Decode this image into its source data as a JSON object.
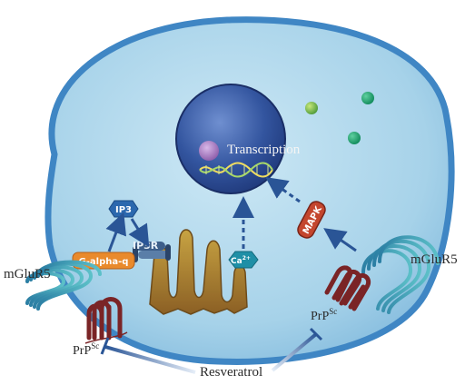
{
  "labels": {
    "transcription": "Transcription",
    "ip3": "IP3",
    "ip3r": "IP3R",
    "g_alpha_q": "G-alpha-q",
    "calcium": "Ca",
    "calcium_charge": "2+",
    "mapk": "MAPK",
    "mglur5_left": "mGluR5",
    "mglur5_right": "mGluR5",
    "prp_left": "PrP",
    "prp_left_sup": "Sc",
    "prp_right": "PrP",
    "prp_right_sup": "Sc",
    "resveratrol": "Resveratrol"
  },
  "colors": {
    "cell_fill": "#a9d4ea",
    "cell_edge": "#3f86c4",
    "nucleus": "#2b4f9c",
    "er": "#b8862a",
    "ip3_box": "#2b68ae",
    "gq_box": "#e98a2c",
    "ca_box": "#1f8fa6",
    "mapk_box": "#c4462e",
    "prp": "#7a2426",
    "receptor": "#3e9db4",
    "inhibit_arrow": "#2a5596"
  }
}
